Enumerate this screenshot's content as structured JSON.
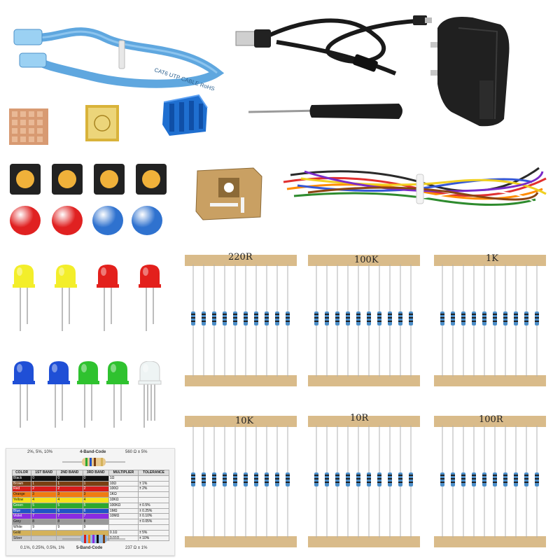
{
  "resistor_strips": [
    {
      "label": "220R"
    },
    {
      "label": "100K"
    },
    {
      "label": "1K"
    },
    {
      "label": "10K"
    },
    {
      "label": "10R"
    },
    {
      "label": "100R"
    }
  ],
  "ethernet_cable": {
    "printed_text": "CAT6 UTP CABLE RoHS"
  },
  "color_card": {
    "top_band_title": "4-Band-Code",
    "top_tolerances": "2%, 5%, 10%",
    "top_example": "560 Ω ± 5%",
    "bottom_band_title": "5-Band-Code",
    "bottom_tolerances": "0.1%, 0.25%, 0.5%, 1%",
    "bottom_example": "237 Ω ± 1%",
    "headers": [
      "COLOR",
      "1ST BAND",
      "2ND BAND",
      "3RD BAND",
      "MULTIPLIER",
      "TOLERANCE"
    ],
    "rows": [
      {
        "name": "Black",
        "color": "#111111",
        "v1": "0",
        "v2": "0",
        "v3": "0",
        "mult": "1Ω",
        "tol": ""
      },
      {
        "name": "Brown",
        "color": "#7b3f12",
        "v1": "1",
        "v2": "1",
        "v3": "1",
        "mult": "10Ω",
        "tol": "± 1%"
      },
      {
        "name": "Red",
        "color": "#d81b1b",
        "v1": "2",
        "v2": "2",
        "v3": "2",
        "mult": "100Ω",
        "tol": "± 2%"
      },
      {
        "name": "Orange",
        "color": "#f07c12",
        "v1": "3",
        "v2": "3",
        "v3": "3",
        "mult": "1KΩ",
        "tol": ""
      },
      {
        "name": "Yellow",
        "color": "#f7e21b",
        "v1": "4",
        "v2": "4",
        "v3": "4",
        "mult": "10KΩ",
        "tol": ""
      },
      {
        "name": "Green",
        "color": "#2ea82e",
        "v1": "5",
        "v2": "5",
        "v3": "5",
        "mult": "100KΩ",
        "tol": "± 0.5%"
      },
      {
        "name": "Blue",
        "color": "#2152c7",
        "v1": "6",
        "v2": "6",
        "v3": "6",
        "mult": "1MΩ",
        "tol": "± 0.25%"
      },
      {
        "name": "Violet",
        "color": "#8a2be2",
        "v1": "7",
        "v2": "7",
        "v3": "7",
        "mult": "10MΩ",
        "tol": "± 0.10%"
      },
      {
        "name": "Grey",
        "color": "#999999",
        "v1": "8",
        "v2": "8",
        "v3": "8",
        "mult": "",
        "tol": "± 0.05%"
      },
      {
        "name": "White",
        "color": "#ffffff",
        "v1": "9",
        "v2": "9",
        "v3": "9",
        "mult": "",
        "tol": ""
      },
      {
        "name": "Gold",
        "color": "#d4b25a",
        "v1": "",
        "v2": "",
        "v3": "",
        "mult": "0.1Ω",
        "tol": "± 5%"
      },
      {
        "name": "Silver",
        "color": "#c8c8c8",
        "v1": "",
        "v2": "",
        "v3": "",
        "mult": "0.01Ω",
        "tol": "± 10%"
      }
    ]
  },
  "leds": [
    {
      "color": "#f3ee2a"
    },
    {
      "color": "#f3ee2a"
    },
    {
      "color": "#e3201c"
    },
    {
      "color": "#e3201c"
    },
    {
      "color": "#1f4fd6"
    },
    {
      "color": "#1f4fd6"
    },
    {
      "color": "#2fc22f"
    },
    {
      "color": "#2fc22f"
    },
    {
      "color": "#eef4f4"
    }
  ],
  "button_caps": [
    {
      "color": "#e02121"
    },
    {
      "color": "#e02121"
    },
    {
      "color": "#2f72cf"
    },
    {
      "color": "#2f72cf"
    }
  ]
}
